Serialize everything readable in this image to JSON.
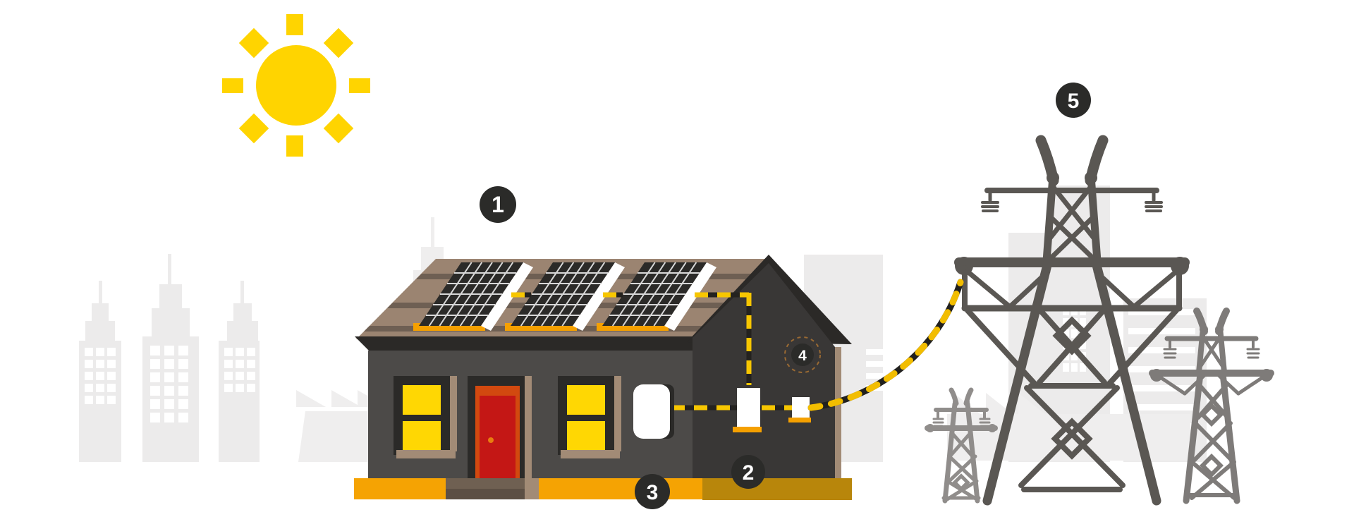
{
  "diagram": {
    "type": "infographic-illustration",
    "subject": "Rooftop solar panels on a house wired through battery, inverter and meter to electricity grid pylons",
    "steps": [
      {
        "number": "1"
      },
      {
        "number": "2"
      },
      {
        "number": "3"
      },
      {
        "number": "4"
      },
      {
        "number": "5"
      }
    ],
    "icons": {
      "sun": "sun-icon",
      "solar_panel": "solar-panel-icon",
      "house": "house-icon",
      "pylon": "transmission-tower-icon",
      "badge": "numbered-step-badge"
    },
    "colors": {
      "sun_yellow": "#FFD400",
      "panel_dark": "#2B2A28",
      "panel_grid": "#D8D8D8",
      "panel_base_orange": "#F5A000",
      "roof_brown": "#9B8471",
      "roof_stripe": "#6E5F53",
      "eave_dark": "#2B2927",
      "wall_gray": "#4C4A48",
      "gable_dark": "#393736",
      "trim_tan": "#A28B76",
      "window_yellow": "#FFD703",
      "door_orange": "#D2490F",
      "door_red": "#C41715",
      "knob_orange": "#E87D0F",
      "ground_orange": "#F5A303",
      "ground_shadow": "#B8860B",
      "step_brown": "#6F6052",
      "step_brown_dark": "#5C4F44",
      "badge_dark": "#2B2B29",
      "wire_yellow": "#F7C600",
      "wire_black": "#24221F",
      "cable_yellow": "#F2BD00",
      "cable_black": "#21201E",
      "pylon_main_gray": "#5A5753",
      "pylon_small_gray": "#908D8B",
      "pylon_right_gray": "#7E7B79",
      "skyline_gray": "#ECEBEB",
      "white": "#FFFFFF"
    }
  }
}
